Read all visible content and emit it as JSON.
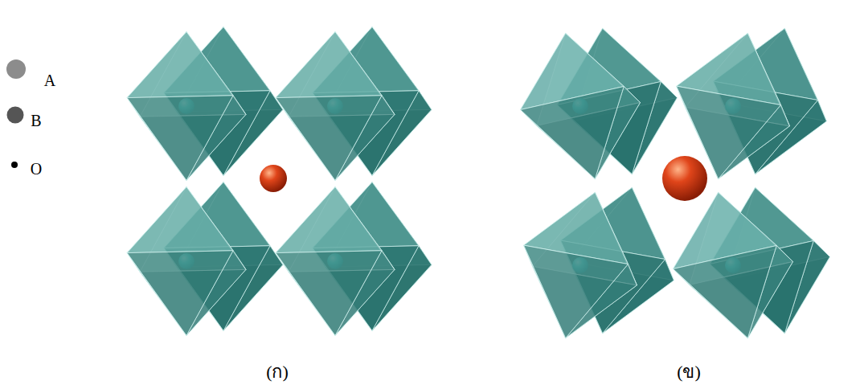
{
  "diagram": {
    "labels": [
      "(ก)",
      "(ข)"
    ],
    "legend": [
      {
        "text": "A"
      },
      {
        "text": "B"
      },
      {
        "text": "O"
      }
    ]
  }
}
